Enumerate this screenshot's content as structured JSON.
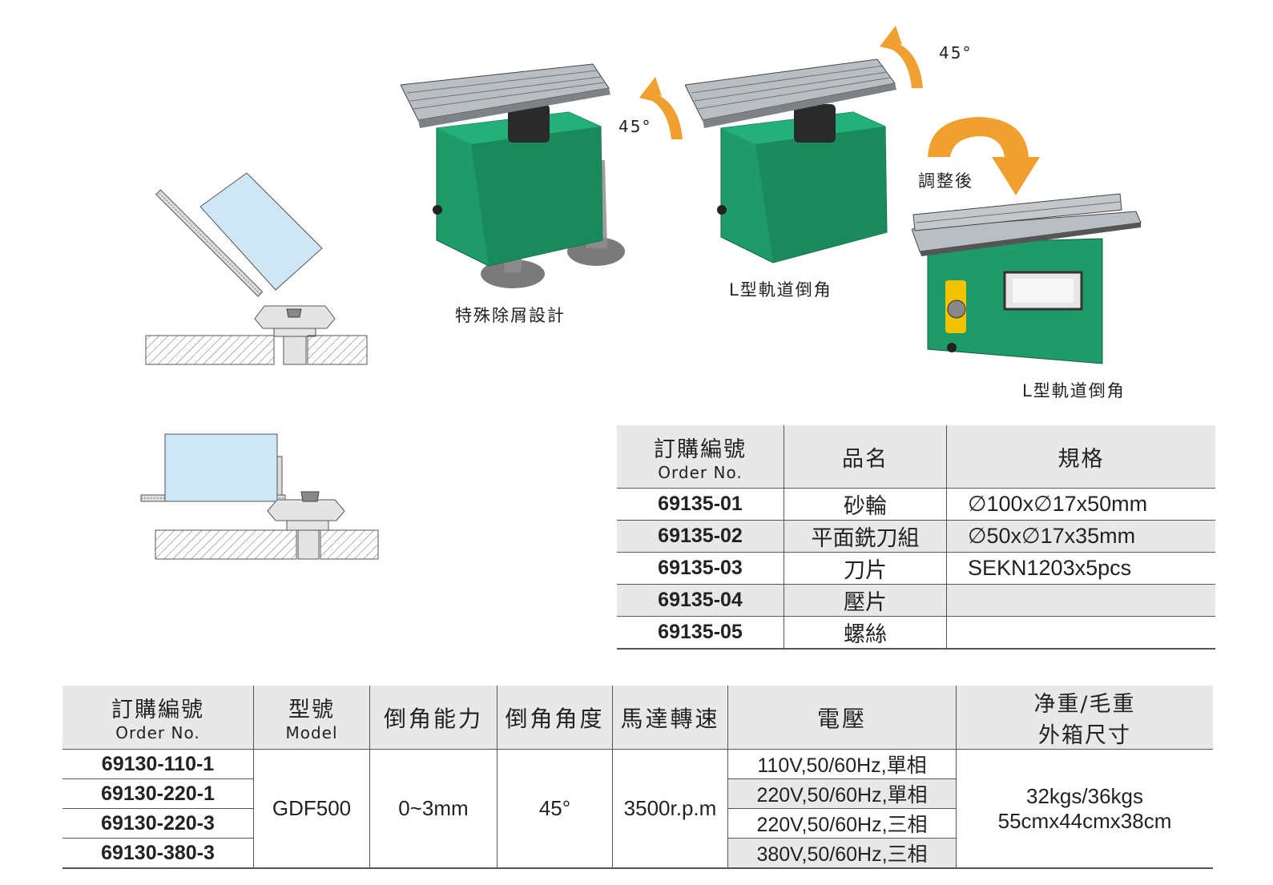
{
  "captions": {
    "chip": "特殊除屑設計",
    "lrail_1": "L型軌道倒角",
    "lrail_2": "L型軌道倒角",
    "adjusted": "調整後",
    "angle_1": "45°",
    "angle_2": "45°"
  },
  "parts_table": {
    "header": {
      "order_cn": "訂購編號",
      "order_en": "Order No.",
      "name": "品名",
      "spec": "規格"
    },
    "rows": [
      {
        "order": "69135-01",
        "name": "砂輪",
        "spec": "∅100x∅17x50mm"
      },
      {
        "order": "69135-02",
        "name": "平面銑刀組",
        "spec": "∅50x∅17x35mm"
      },
      {
        "order": "69135-03",
        "name": "刀片",
        "spec": "SEKN1203x5pcs"
      },
      {
        "order": "69135-04",
        "name": "壓片",
        "spec": ""
      },
      {
        "order": "69135-05",
        "name": "螺絲",
        "spec": ""
      }
    ]
  },
  "main_table": {
    "header": {
      "order_cn": "訂購編號",
      "order_en": "Order No.",
      "model_cn": "型號",
      "model_en": "Model",
      "capacity": "倒角能力",
      "angle": "倒角角度",
      "speed": "馬達轉速",
      "voltage": "電壓",
      "weight": "净重/毛重",
      "box": "外箱尺寸"
    },
    "rows": [
      {
        "order": "69130-110-1",
        "voltage": "110V,50/60Hz,單相"
      },
      {
        "order": "69130-220-1",
        "voltage": "220V,50/60Hz,單相"
      },
      {
        "order": "69130-220-3",
        "voltage": "220V,50/60Hz,三相"
      },
      {
        "order": "69130-380-3",
        "voltage": "380V,50/60Hz,三相"
      }
    ],
    "model": "GDF500",
    "capacity": "0~3mm",
    "angle": "45°",
    "speed": "3500r.p.m",
    "weight": "32kgs/36kgs",
    "box": "55cmx44cmx38cm"
  },
  "colors": {
    "machine_green": "#1e9b68",
    "arrow_orange": "#f0a030",
    "workpiece_blue": "#cfe6f5"
  }
}
